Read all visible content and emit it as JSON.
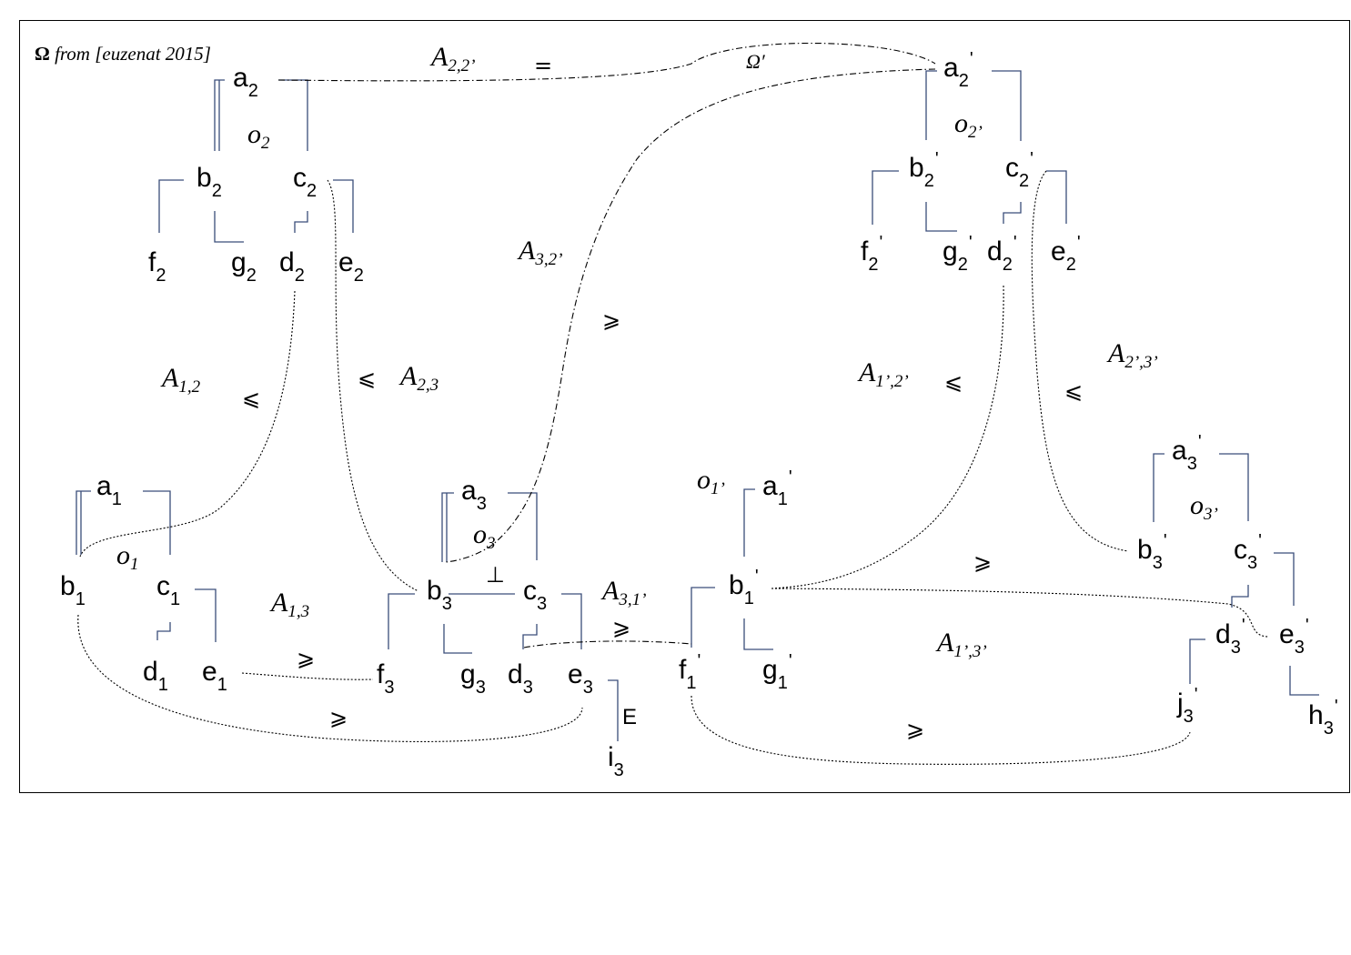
{
  "caption": {
    "omega": "Ω",
    "text": " from [euzenat 2015]"
  },
  "nodes": {
    "a2": {
      "base": "a",
      "sub": "2"
    },
    "b2": {
      "base": "b",
      "sub": "2"
    },
    "c2": {
      "base": "c",
      "sub": "2"
    },
    "f2": {
      "base": "f",
      "sub": "2"
    },
    "g2": {
      "base": "g",
      "sub": "2"
    },
    "d2": {
      "base": "d",
      "sub": "2"
    },
    "e2": {
      "base": "e",
      "sub": "2"
    },
    "a1": {
      "base": "a",
      "sub": "1"
    },
    "b1": {
      "base": "b",
      "sub": "1"
    },
    "c1": {
      "base": "c",
      "sub": "1"
    },
    "d1": {
      "base": "d",
      "sub": "1"
    },
    "e1": {
      "base": "e",
      "sub": "1"
    },
    "a3": {
      "base": "a",
      "sub": "3"
    },
    "b3": {
      "base": "b",
      "sub": "3"
    },
    "c3": {
      "base": "c",
      "sub": "3"
    },
    "f3": {
      "base": "f",
      "sub": "3"
    },
    "g3": {
      "base": "g",
      "sub": "3"
    },
    "d3": {
      "base": "d",
      "sub": "3"
    },
    "e3": {
      "base": "e",
      "sub": "3"
    },
    "i3": {
      "base": "i",
      "sub": "3"
    },
    "a2p": {
      "base": "a",
      "sub": "2",
      "prime": "'"
    },
    "b2p": {
      "base": "b",
      "sub": "2",
      "prime": "'"
    },
    "c2p": {
      "base": "c",
      "sub": "2",
      "prime": "'"
    },
    "f2p": {
      "base": "f",
      "sub": "2",
      "prime": "'"
    },
    "g2p": {
      "base": "g",
      "sub": "2",
      "prime": "'"
    },
    "d2p": {
      "base": "d",
      "sub": "2",
      "prime": "'"
    },
    "e2p": {
      "base": "e",
      "sub": "2",
      "prime": "'"
    },
    "a1p": {
      "base": "a",
      "sub": "1",
      "prime": "'"
    },
    "b1p": {
      "base": "b",
      "sub": "1",
      "prime": "'"
    },
    "f1p": {
      "base": "f",
      "sub": "1",
      "prime": "'"
    },
    "g1p": {
      "base": "g",
      "sub": "1",
      "prime": "'"
    },
    "a3p": {
      "base": "a",
      "sub": "3",
      "prime": "'"
    },
    "b3p": {
      "base": "b",
      "sub": "3",
      "prime": "'"
    },
    "c3p": {
      "base": "c",
      "sub": "3",
      "prime": "'"
    },
    "d3p": {
      "base": "d",
      "sub": "3",
      "prime": "'"
    },
    "e3p": {
      "base": "e",
      "sub": "3",
      "prime": "'"
    },
    "j3p": {
      "base": "j",
      "sub": "3",
      "prime": "'"
    },
    "h3p": {
      "base": "h",
      "sub": "3",
      "prime": "'"
    }
  },
  "ontologies": {
    "o2": {
      "base": "o",
      "sub": "2"
    },
    "o1": {
      "base": "o",
      "sub": "1"
    },
    "o3": {
      "base": "o",
      "sub": "3"
    },
    "o2p": {
      "base": "o",
      "sub": "2’"
    },
    "o1p": {
      "base": "o",
      "sub": "1’"
    },
    "o3p": {
      "base": "o",
      "sub": "3’"
    }
  },
  "alignments": {
    "A22p": {
      "base": "A",
      "sub": "2,2’"
    },
    "A32p": {
      "base": "A",
      "sub": "3,2’"
    },
    "A12": {
      "base": "A",
      "sub": "1,2"
    },
    "A23": {
      "base": "A",
      "sub": "2,3"
    },
    "A13": {
      "base": "A",
      "sub": "1,3"
    },
    "A31p": {
      "base": "A",
      "sub": "3,1’"
    },
    "A1p2p": {
      "base": "A",
      "sub": "1’,2’"
    },
    "A2p3p": {
      "base": "A",
      "sub": "2’,3’"
    },
    "A1p3p": {
      "base": "A",
      "sub": "1’,3’"
    }
  },
  "network_label": "Ω′",
  "relations": {
    "eq": "=",
    "ge": "⩾",
    "le": "⩽",
    "bot": "⊥",
    "E": "E"
  }
}
